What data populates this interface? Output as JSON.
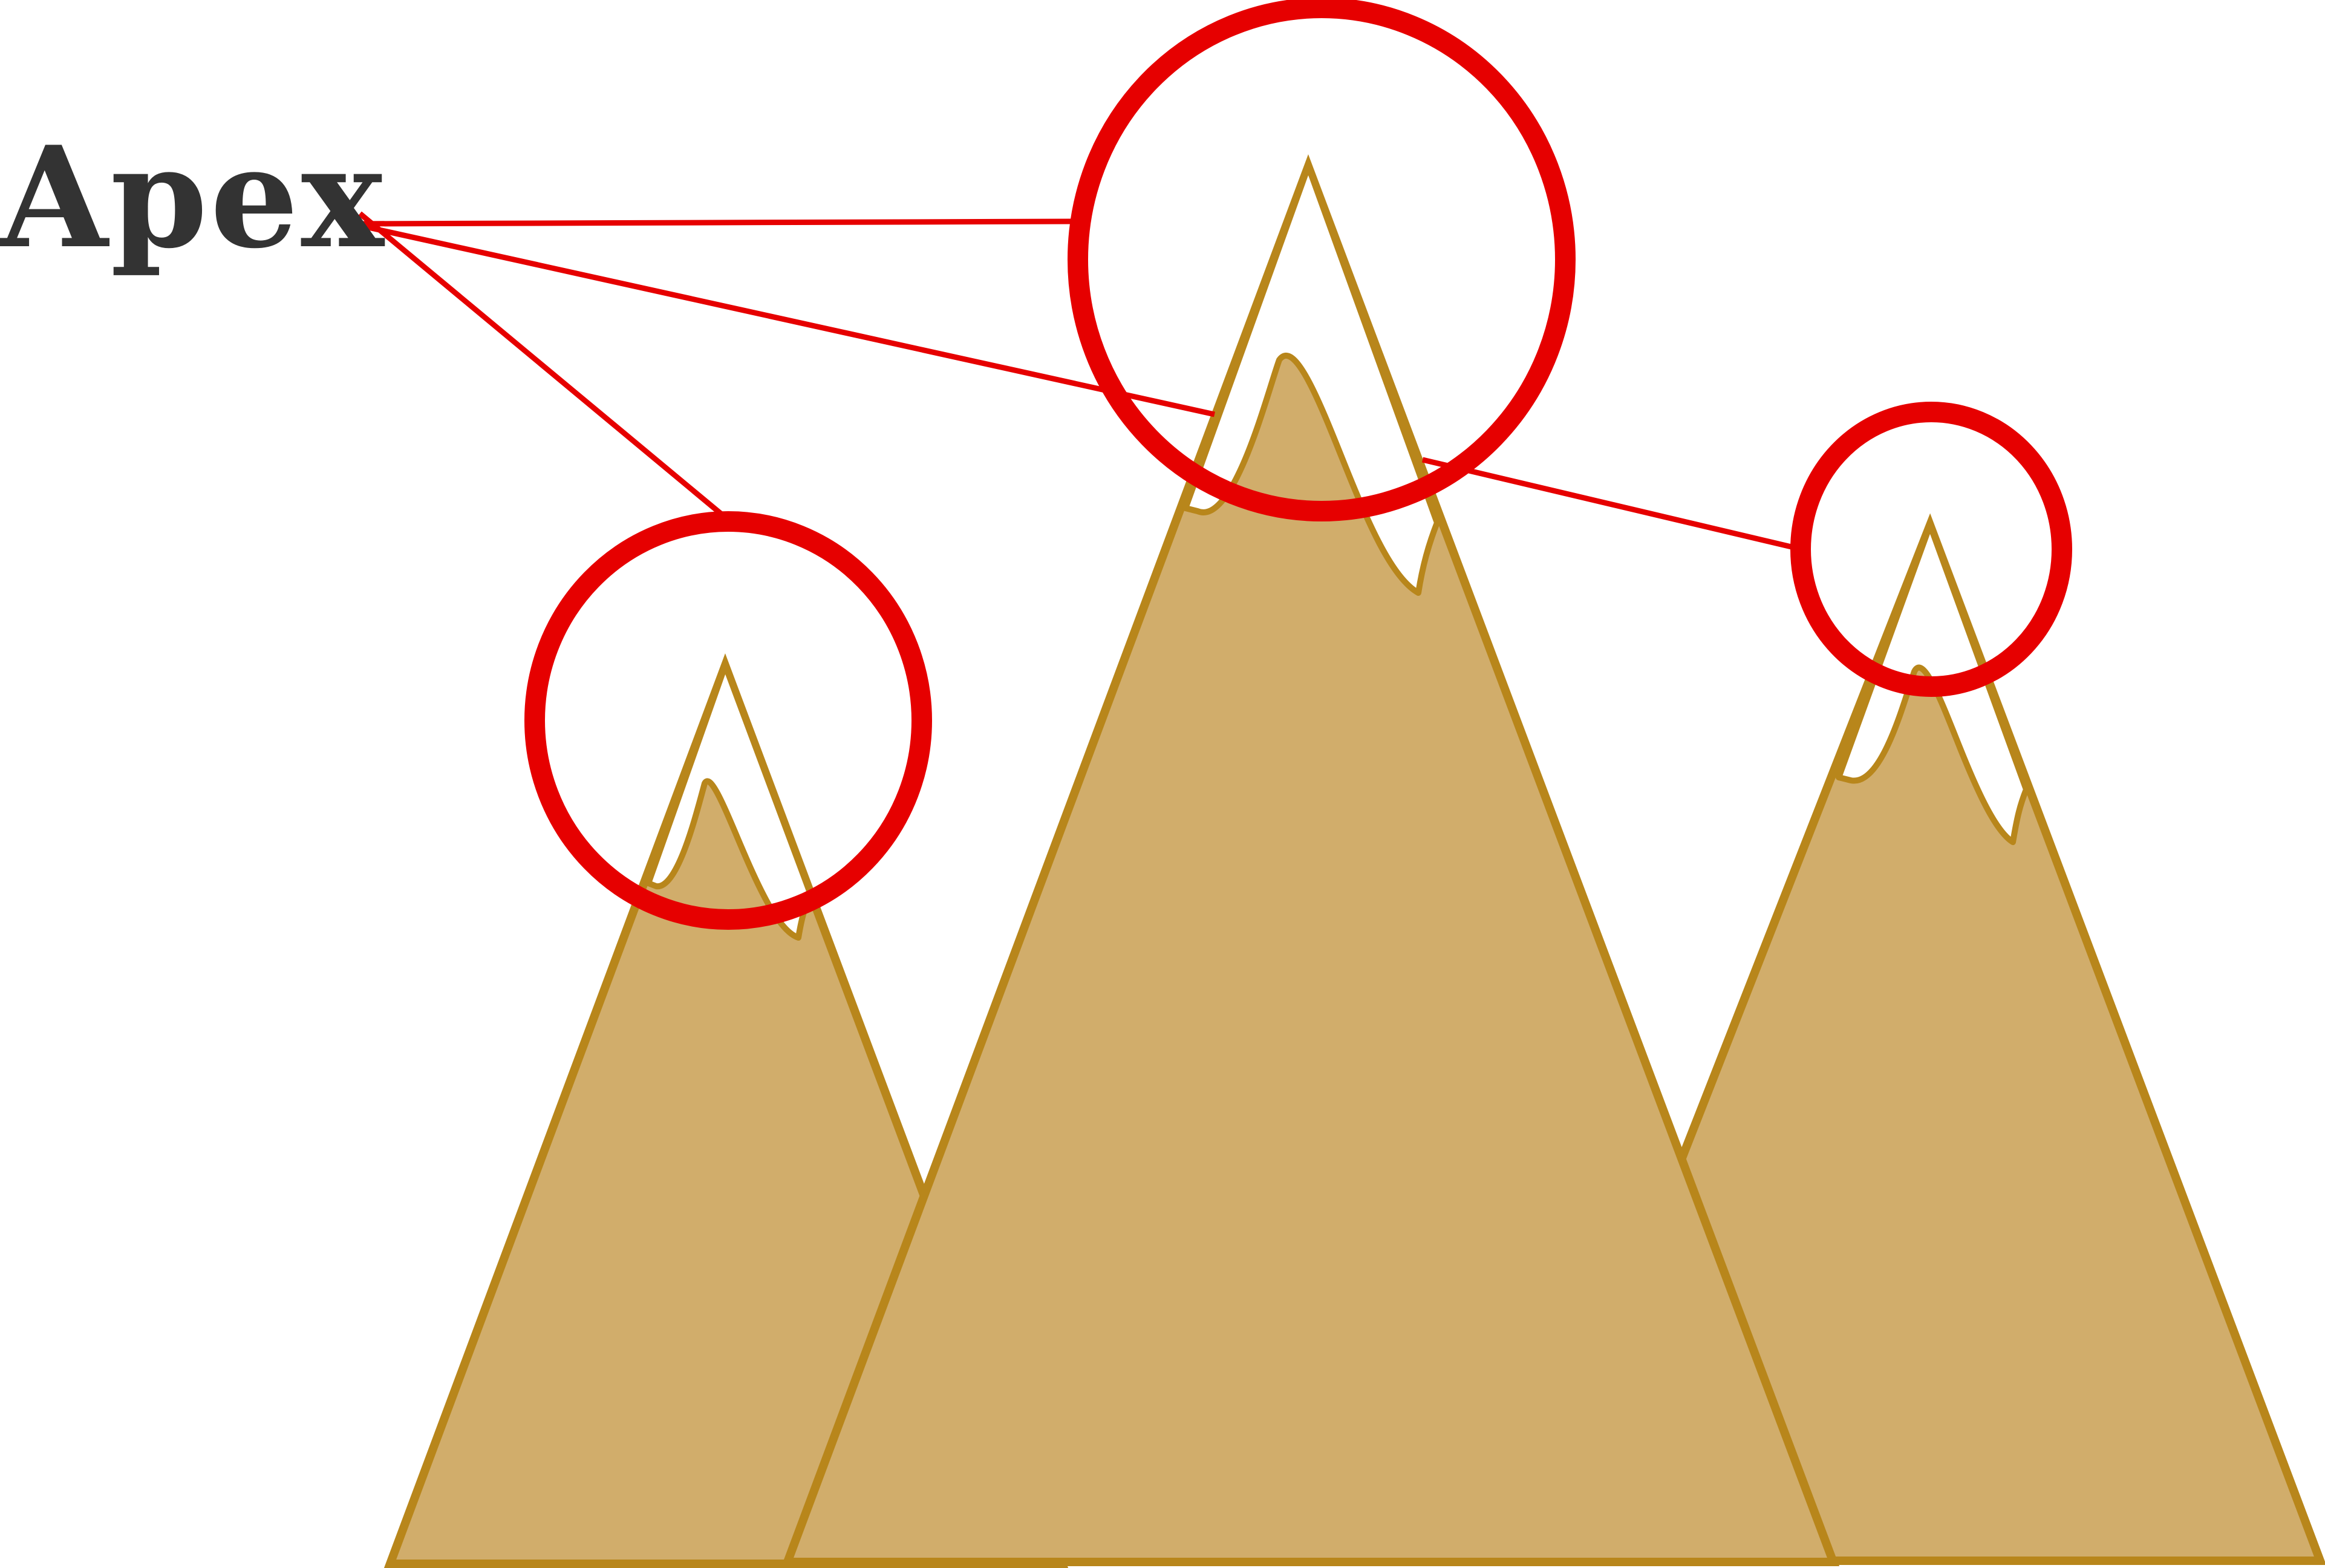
{
  "label": {
    "text": "Apex",
    "color": "#333333"
  },
  "colors": {
    "mountain_fill": "#D1AD6B",
    "mountain_stroke": "#B8861B",
    "snow": "#FFFFFF",
    "highlight": "#E60000",
    "background": "#FFFFFF"
  },
  "mountains": [
    {
      "name": "left-mountain",
      "highlighted": true
    },
    {
      "name": "center-mountain",
      "highlighted": true
    },
    {
      "name": "right-mountain",
      "highlighted": true
    }
  ]
}
